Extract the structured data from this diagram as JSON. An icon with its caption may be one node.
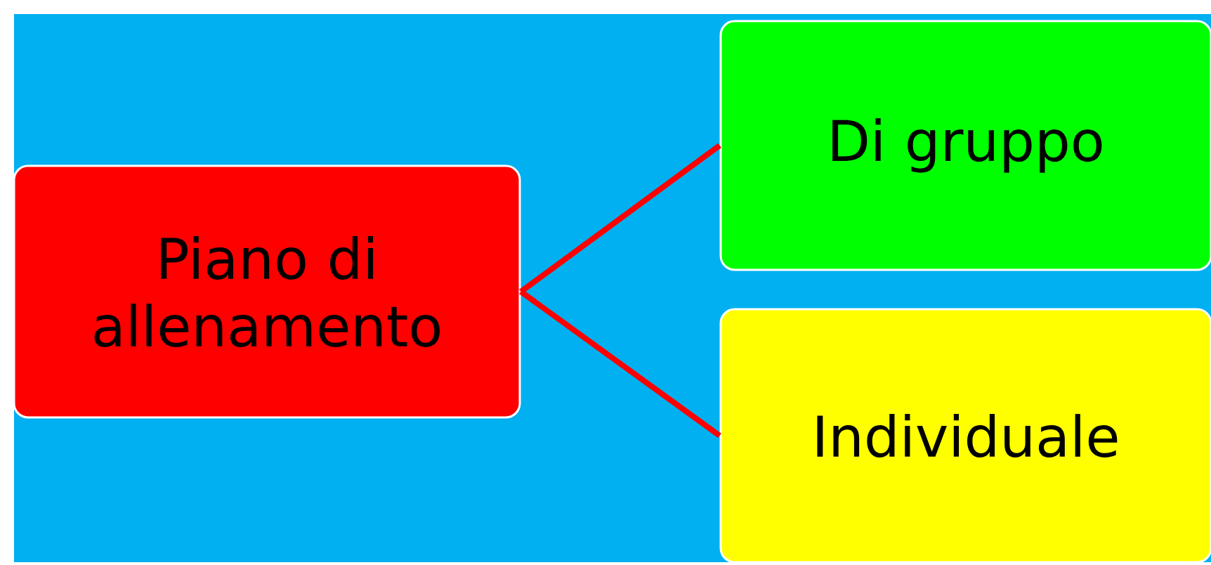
{
  "diagram": {
    "nodes": [
      {
        "text": [
          "Piano di allenamento"
        ]
      },
      {
        "text": [
          "Di gruppo"
        ]
      },
      {
        "text": [
          "Individuale"
        ]
      }
    ],
    "edges": [
      {
        "from": 0,
        "to": 1,
        "arrow": "none"
      },
      {
        "from": 0,
        "to": 2,
        "arrow": "none"
      }
    ]
  }
}
